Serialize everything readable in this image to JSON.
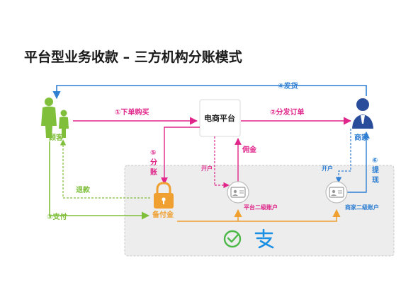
{
  "title": "平台型业务收款 – 三方机构分账模式",
  "nodes": {
    "customer": "顾客",
    "platform": "电商平台",
    "merchant": "商家",
    "escrow": "备付金",
    "platform_account": "平台二级账户",
    "merchant_account": "商家二级账户"
  },
  "flows": {
    "order": "①下单购买",
    "dispatch_order": "②分发订单",
    "pay": "③支付",
    "ship": "④发货",
    "split_num": "⑤",
    "split_a": "分",
    "split_b": "账",
    "withdraw_num": "⑥",
    "withdraw_a": "提",
    "withdraw_b": "现",
    "commission": "佣金",
    "refund": "退款",
    "open_account_platform": "开户",
    "open_account_merchant": "开户"
  },
  "icons": {
    "customer": "family-icon",
    "merchant": "businessman-icon",
    "escrow": "lock-icon",
    "accounts": "id-card-icon",
    "wechat": "wechat-pay-icon",
    "alipay": "alipay-icon"
  },
  "colors": {
    "blue": "#2f7fd3",
    "green": "#7fbf3a",
    "pink": "#e0268a",
    "orange": "#f0a030",
    "gray_box": "#ededed"
  }
}
